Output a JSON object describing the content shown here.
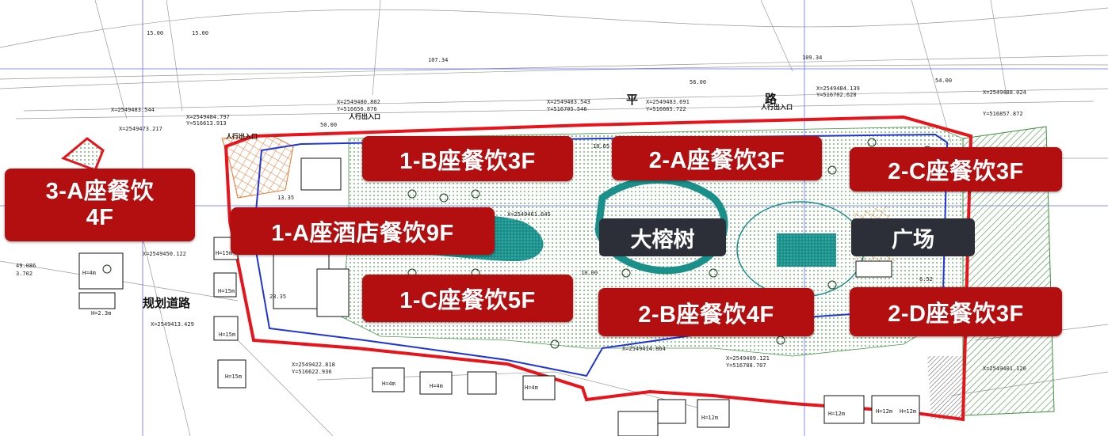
{
  "labels": {
    "b3a": "3-A座餐饮\n4F",
    "b1a": "1-A座酒店餐饮9F",
    "b1b": "1-B座餐饮3F",
    "b1c": "1-C座餐饮5F",
    "b2a": "2-A座餐饮3F",
    "b2b": "2-B座餐饮4F",
    "b2c": "2-C座餐饮3F",
    "b2d": "2-D座餐饮3F",
    "tree": "大榕树",
    "plaza": "广场"
  },
  "roads": {
    "north_a": "平",
    "north_b": "路",
    "planned": "规划道路",
    "entrance_1": "人行出入口",
    "entrance_2": "人行出入口",
    "entrance_3": "人行出入口"
  },
  "dims": {
    "d1": "15.00",
    "d2": "15.00",
    "d3": "107.34",
    "d4": "109.34",
    "d5": "56.00",
    "d6": "54.00",
    "d7": "50.00",
    "d8": "13.35",
    "d9": "10.65",
    "d10": "10.00",
    "d11": "23.35",
    "d12": "6.52",
    "d13": "49.086",
    "d14": "3.702"
  },
  "coords": {
    "c1": "X=2549480.802",
    "c2": "X=2549483.543",
    "c3": "X=2549483.691",
    "c4": "X=2549484.139",
    "c5": "X=2549488.024",
    "c6": "X=2549483.544",
    "c7": "X=2549484.797",
    "c8": "X=2549473.217",
    "c9": "X=2549461.645",
    "c10": "X=2549450.122",
    "c11": "X=2549413.429",
    "c12": "X=2549422.818",
    "c13": "X=2549414.864",
    "c14": "X=2549409.121",
    "c15": "X=2549401.120",
    "c16": "Y=516656.876",
    "c17": "Y=516705.546",
    "c18": "Y=516665.722",
    "c19": "Y=516702.620",
    "c20": "Y=516857.872",
    "c21": "Y=516613.913",
    "c22": "Y=516622.936",
    "c23": "Y=516788.707"
  },
  "heights": {
    "h1": "H=4m",
    "h2": "H=2.3m",
    "h3": "H=15m",
    "h4": "H=15m",
    "h5": "H=15m",
    "h6": "H=4m",
    "h7": "H=4m",
    "h8": "H=12m",
    "h9": "H=12m",
    "h10": "H=12m",
    "h11": "H=12m",
    "h12": "H=4m",
    "h13": "H=15m"
  },
  "colors": {
    "label_red": "#b30f10",
    "label_dark": "#2c2f38",
    "site_boundary": "#e8141b",
    "inner_boundary": "#1f35d6",
    "green_area": "#3a8a3a",
    "water": "#1b8f8a",
    "orange_grid": "#e8762d"
  }
}
